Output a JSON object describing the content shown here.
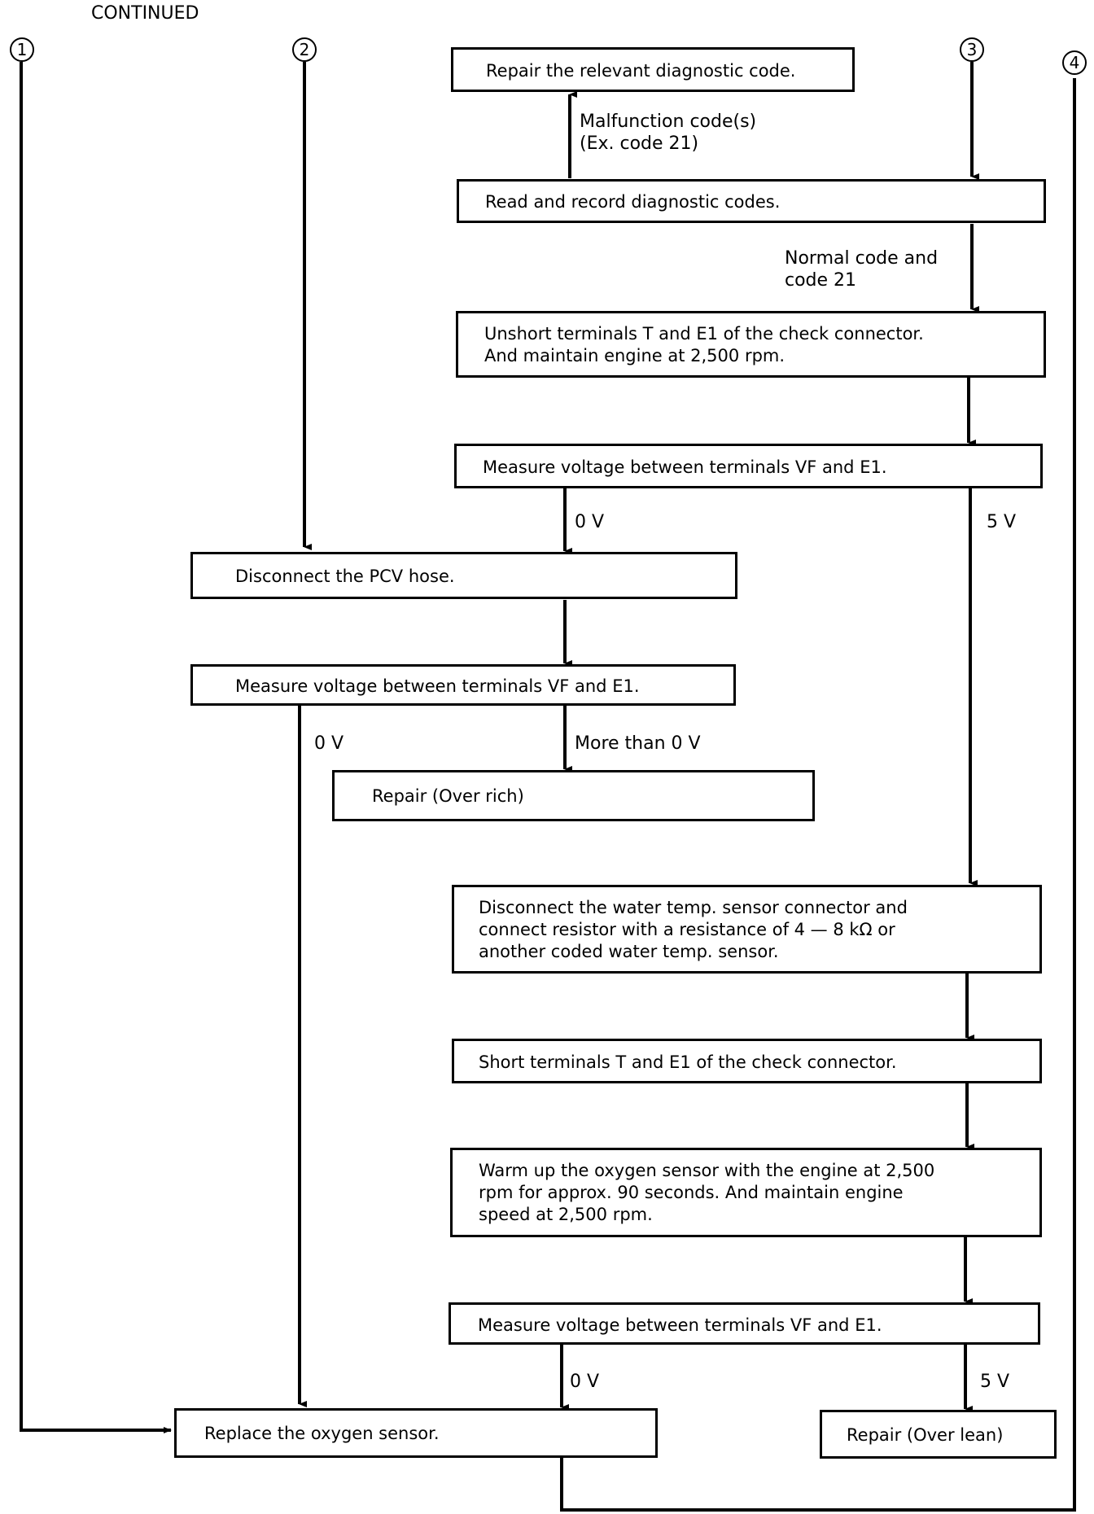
{
  "header": {
    "title": "CONTINUED"
  },
  "connectors": {
    "c1": "1",
    "c2": "2",
    "c3": "3",
    "c4": "4"
  },
  "boxes": {
    "repair_code": "Repair the relevant diagnostic code.",
    "read_codes": "Read and record diagnostic codes.",
    "unshort": "Unshort terminals T and E1 of the check connector.\nAnd maintain engine at 2,500 rpm.",
    "measure1": "Measure voltage between terminals VF and E1.",
    "disconnect_pcv": "Disconnect the PCV hose.",
    "measure2": "Measure voltage between terminals VF and E1.",
    "repair_rich": "Repair (Over rich)",
    "disconnect_water": "Disconnect the water temp. sensor connector and\nconnect resistor with a resistance of 4 — 8 kΩ or\nanother coded water temp. sensor.",
    "short_terminals": "Short terminals T and E1 of the check connector.",
    "warm_up": "Warm up the oxygen sensor with the engine at 2,500\nrpm for approx. 90 seconds.  And maintain engine\nspeed at 2,500 rpm.",
    "measure3": "Measure voltage between terminals VF and E1.",
    "replace_o2": "Replace the oxygen sensor.",
    "repair_lean": "Repair (Over lean)"
  },
  "labels": {
    "malfunction": "Malfunction code(s)\n(Ex. code 21)",
    "normal_code": "Normal code and\ncode 21",
    "m1_0v": "0 V",
    "m1_5v": "5 V",
    "m2_0v": "0 V",
    "m2_more": "More than 0 V",
    "m3_0v": "0 V",
    "m3_5v": "5 V"
  }
}
